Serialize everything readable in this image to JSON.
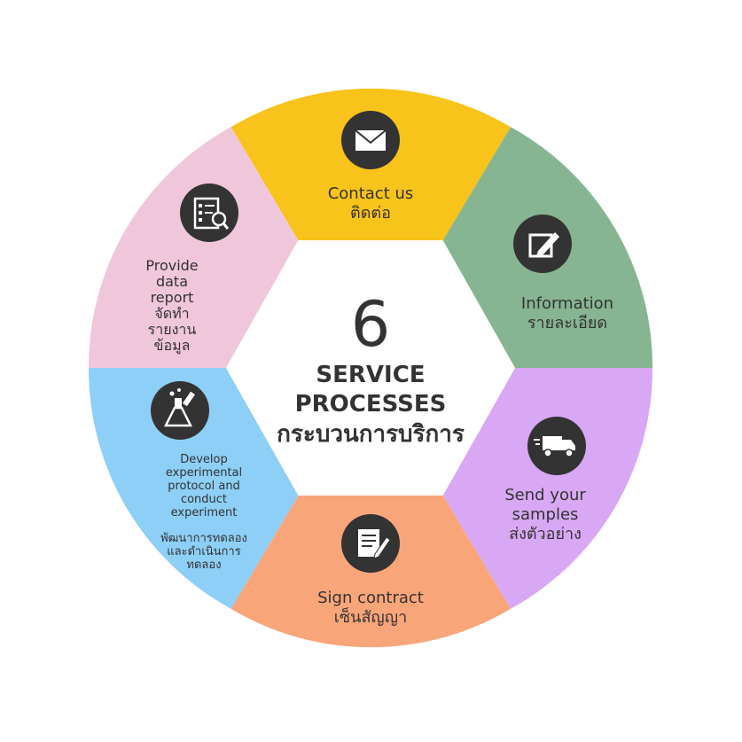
{
  "center": {
    "number": "6",
    "title_line1": "SERVICE",
    "title_line2": "PROCESSES",
    "title_thai": "กระบวนการบริการ"
  },
  "steps": [
    {
      "icon": "envelope-icon",
      "color": "#f8c31a",
      "lines": [
        "Contact us",
        "ติดต่อ"
      ]
    },
    {
      "icon": "edit-icon",
      "color": "#87b491",
      "lines": [
        "Information",
        "รายละเอียด"
      ]
    },
    {
      "icon": "truck-icon",
      "color": "#d9a8f4",
      "lines": [
        "Send your",
        "samples",
        "ส่งตัวอย่าง"
      ]
    },
    {
      "icon": "contract-icon",
      "color": "#f9a57a",
      "lines": [
        "Sign contract",
        "เซ็นสัญญา"
      ]
    },
    {
      "icon": "flask-icon",
      "color": "#8dcff6",
      "lines": [
        "Develop",
        "experimental",
        "protocol and",
        "conduct",
        "experiment",
        "พัฒนาการทดลอง",
        "และดำเนินการ",
        "ทดลอง"
      ]
    },
    {
      "icon": "report-icon",
      "color": "#f0c6da",
      "lines": [
        "Provide",
        "data",
        "report",
        "จัดทำ",
        "รายงาน",
        "ข้อมูล"
      ]
    }
  ]
}
